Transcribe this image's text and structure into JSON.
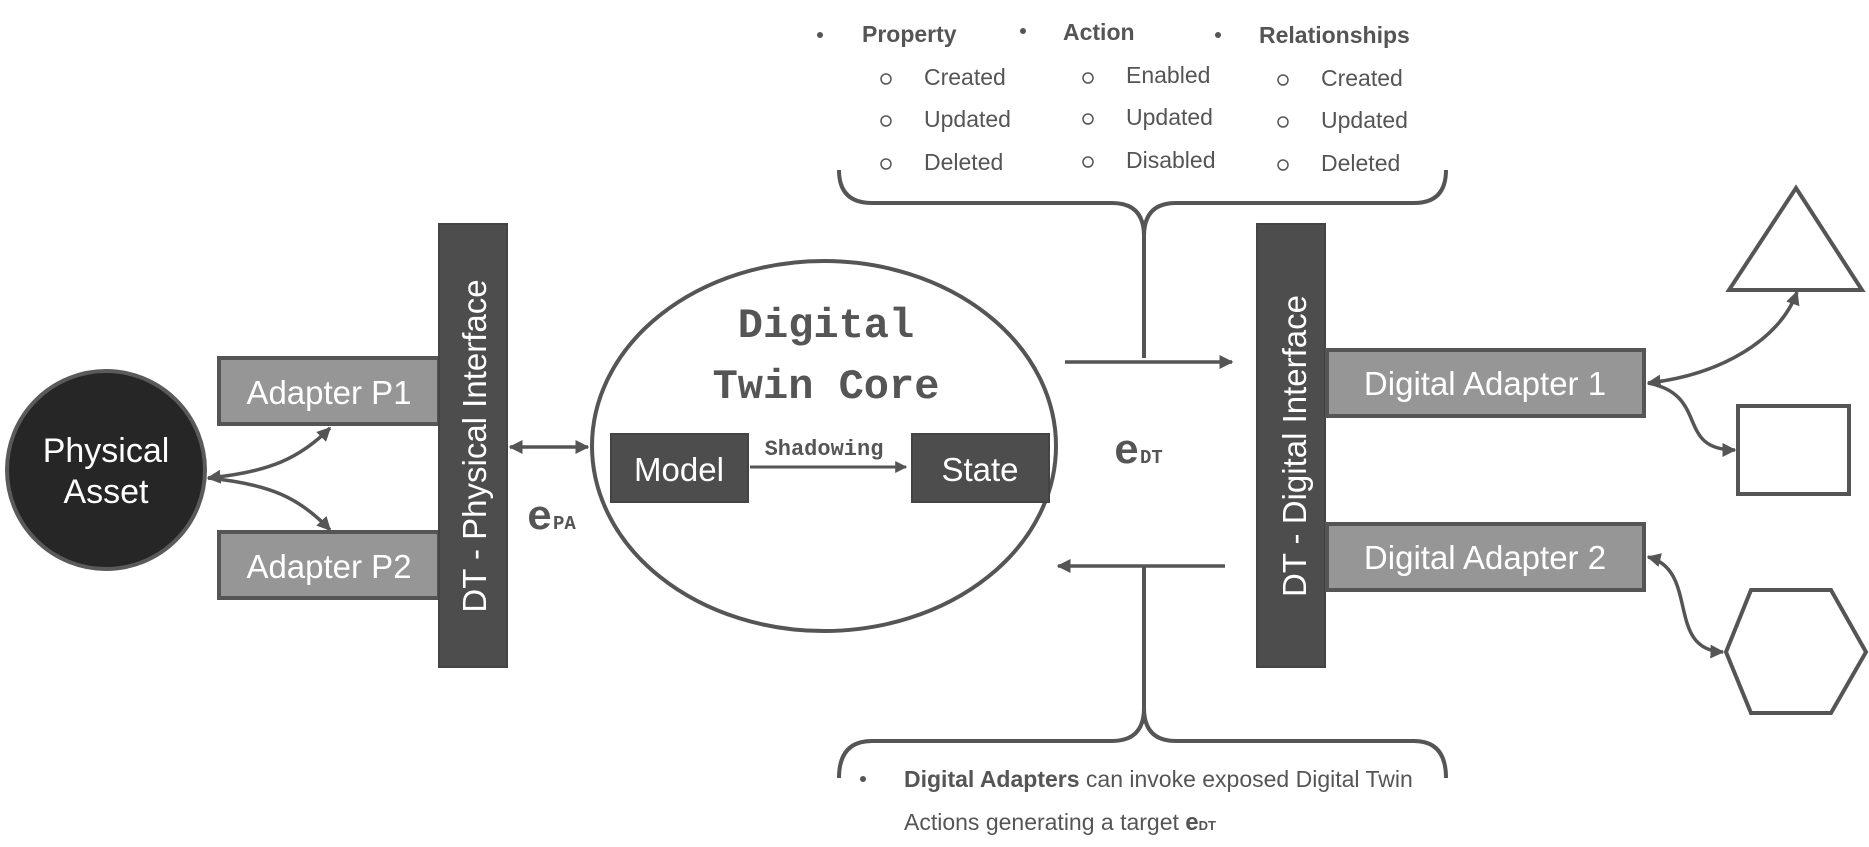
{
  "physical_asset": {
    "line1": "Physical",
    "line2": "Asset"
  },
  "adapters_physical": [
    "Adapter P1",
    "Adapter P2"
  ],
  "physical_interface": "DT - Physical Interface",
  "event_pa": {
    "base": "e",
    "sub": "PA"
  },
  "core": {
    "title_line1": "Digital",
    "title_line2": "Twin Core",
    "model": "Model",
    "state": "State",
    "relation": "Shadowing"
  },
  "event_dt": {
    "base": "e",
    "sub": "DT"
  },
  "digital_interface": "DT - Digital Interface",
  "adapters_digital": [
    "Digital Adapter 1",
    "Digital Adapter 2"
  ],
  "top_events": [
    {
      "heading": "Property",
      "items": [
        "Created",
        "Updated",
        "Deleted"
      ]
    },
    {
      "heading": "Action",
      "items": [
        "Enabled",
        "Updated",
        "Disabled"
      ]
    },
    {
      "heading": "Relationships",
      "items": [
        "Created",
        "Updated",
        "Deleted"
      ]
    }
  ],
  "bottom_note": {
    "bold": "Digital Adapters",
    "rest_line1": " can invoke exposed Digital Twin",
    "line2_prefix": "Actions generating a target ",
    "event_base": "e",
    "event_sub": "DT"
  },
  "shape_icons": [
    "triangle-icon",
    "square-icon",
    "hexagon-icon"
  ],
  "colors": {
    "dark": "#262626",
    "box_dark": "#4d4d4d",
    "box_light": "#969696",
    "stroke": "#555555",
    "text_gray": "#404040"
  }
}
